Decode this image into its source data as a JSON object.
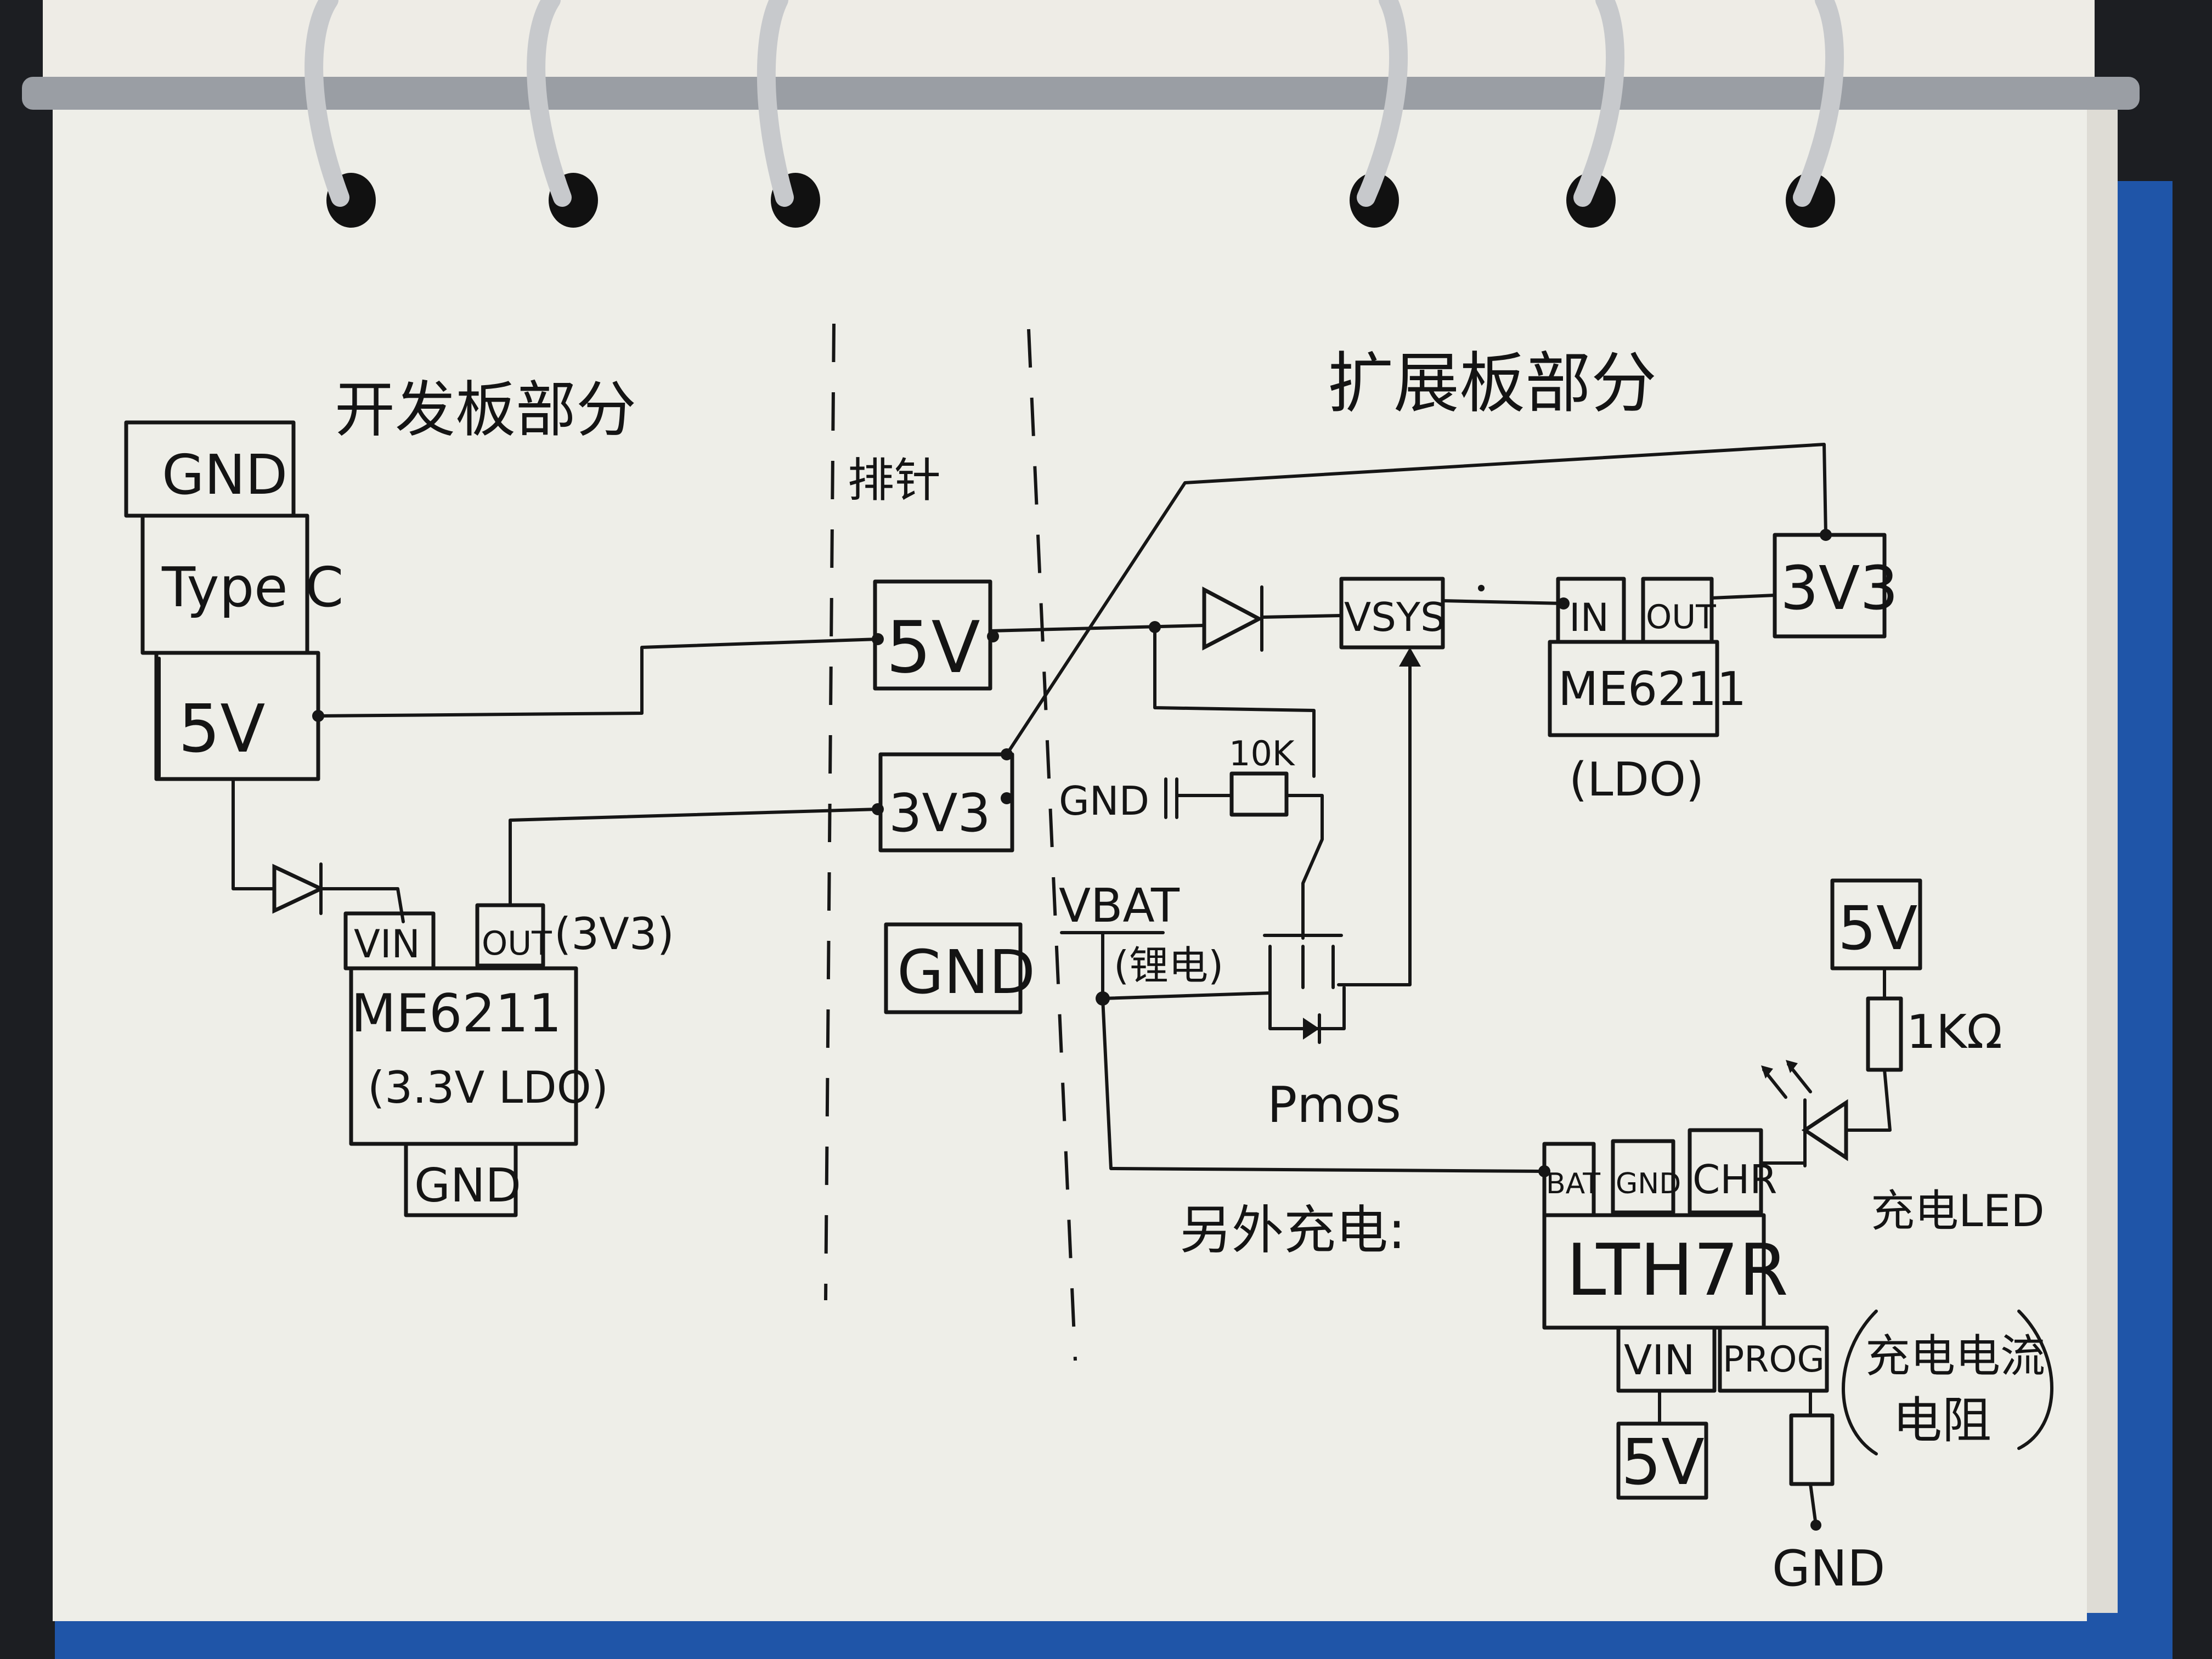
{
  "sections": {
    "dev_board": "开发板部分",
    "header": "排针",
    "expansion_board": "扩展板部分"
  },
  "dev_board": {
    "typec_gnd": "GND",
    "typec_label": "Type C",
    "typec_5v": "5V",
    "ldo_vin": "VIN",
    "ldo_out": "OUT",
    "ldo_out_note": "(3V3)",
    "ldo_name": "ME6211",
    "ldo_desc": "(3.3V LDO)",
    "ldo_gnd": "GND"
  },
  "header_pins": {
    "pin_5v": "5V",
    "pin_3v3": "3V3",
    "pin_gnd": "GND"
  },
  "expansion": {
    "vsys": "VSYS",
    "ldo_in": "IN",
    "ldo_out": "OUT",
    "ldo_name": "ME6211",
    "ldo_note": "(LDO)",
    "out_3v3": "3V3",
    "gnd_label": "GND",
    "resistor_10k": "10K",
    "vbat": "VBAT",
    "vbat_note": "(锂电)",
    "pmos": "Pmos"
  },
  "charger": {
    "other_label": "另外充电:",
    "pin_bat": "BAT",
    "pin_gnd": "GND",
    "pin_chr": "CHR",
    "chip": "LTH7R",
    "pin_vin": "VIN",
    "pin_prog": "PROG",
    "vin_5v": "5V",
    "prog_gnd": "GND",
    "prog_note_1": "充电电流",
    "prog_note_2": "电阻",
    "led_5v": "5V",
    "led_resistor": "1KΩ",
    "led_label": "充电LED"
  }
}
